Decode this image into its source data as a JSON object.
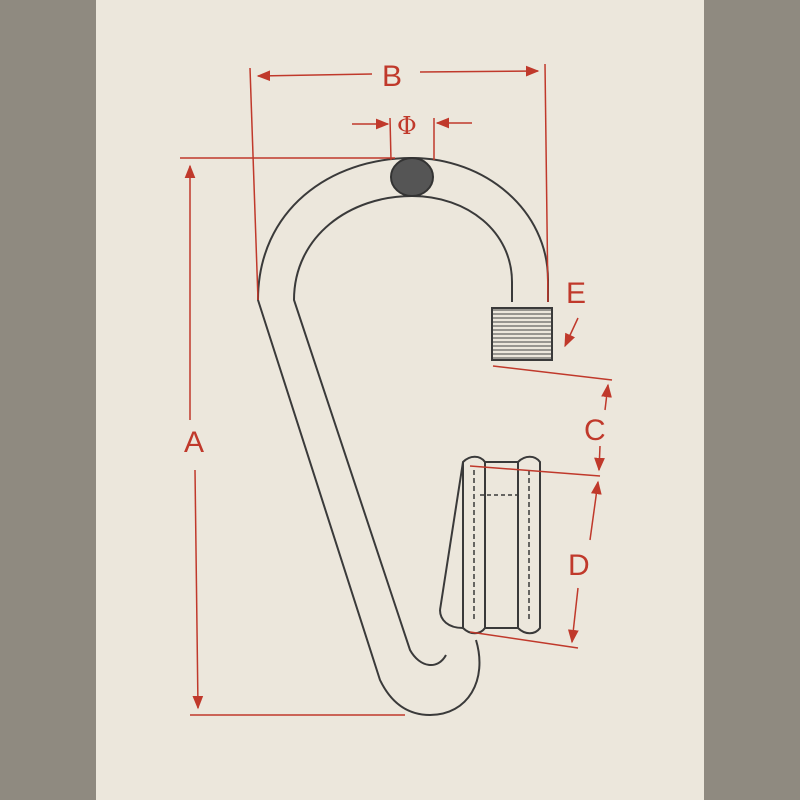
{
  "diagram": {
    "labels": {
      "A": "A",
      "B": "B",
      "C": "C",
      "D": "D",
      "E": "E",
      "phi": "Φ"
    },
    "colors": {
      "background": "#8f8a80",
      "paper": "#ece7dc",
      "outline": "#3a3a3a",
      "dimension": "#c0392b",
      "section_fill": "#555555"
    }
  }
}
